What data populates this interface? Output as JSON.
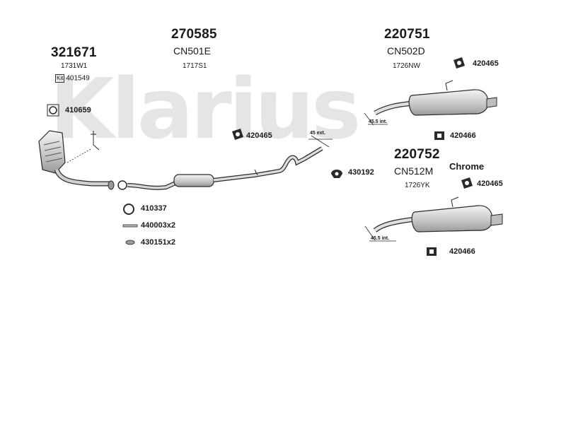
{
  "watermark": "Klarius",
  "parts": {
    "p321671": {
      "number": "321671",
      "code": "1731W1",
      "kit_tag": "Kit",
      "kit_number": "401549"
    },
    "p270585": {
      "number": "270585",
      "ref": "CN501E",
      "code": "1717S1"
    },
    "p220751": {
      "number": "220751",
      "ref": "CN502D",
      "code": "1726NW"
    },
    "p220752": {
      "number": "220752",
      "ref": "CN512M",
      "code": "1726YK",
      "finish": "Chrome"
    }
  },
  "fittings": {
    "f410659": "410659",
    "f420465_a": "420465",
    "f420465_b": "420465",
    "f420465_c": "420465",
    "f420466_a": "420466",
    "f420466_b": "420466",
    "f430192": "430192",
    "f410337": "410337",
    "f440003": "440003x2",
    "f430151": "430151x2"
  },
  "dimensions": {
    "ext_45": "45 ext.",
    "int_45_5_a": "45.5 int.",
    "int_45_5_b": "45.5 int."
  },
  "colors": {
    "line": "#2a2a2a",
    "fill_light": "#d9d9d9",
    "fill_mid": "#bdbdbd",
    "watermark": "#e5e5e5"
  }
}
